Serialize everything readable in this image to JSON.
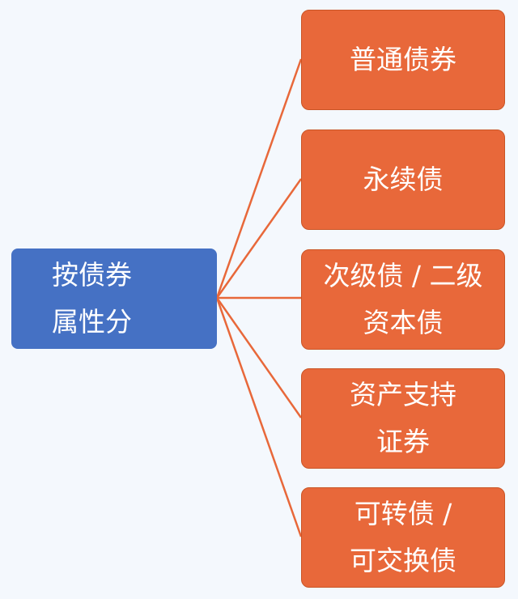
{
  "root": {
    "lines": [
      "按债券",
      "属性分"
    ]
  },
  "children": [
    {
      "lines": [
        "普通债券"
      ]
    },
    {
      "lines": [
        "永续债"
      ]
    },
    {
      "lines": [
        "次级债 / 二级",
        "资本债"
      ]
    },
    {
      "lines": [
        "资产支持",
        "证券"
      ]
    },
    {
      "lines": [
        "可转债 /",
        "可交换债"
      ]
    }
  ],
  "colors": {
    "root_fill": "#4571c4",
    "child_fill": "#e8683a",
    "connector": "#e8683a",
    "background": "#f4f8fd"
  }
}
